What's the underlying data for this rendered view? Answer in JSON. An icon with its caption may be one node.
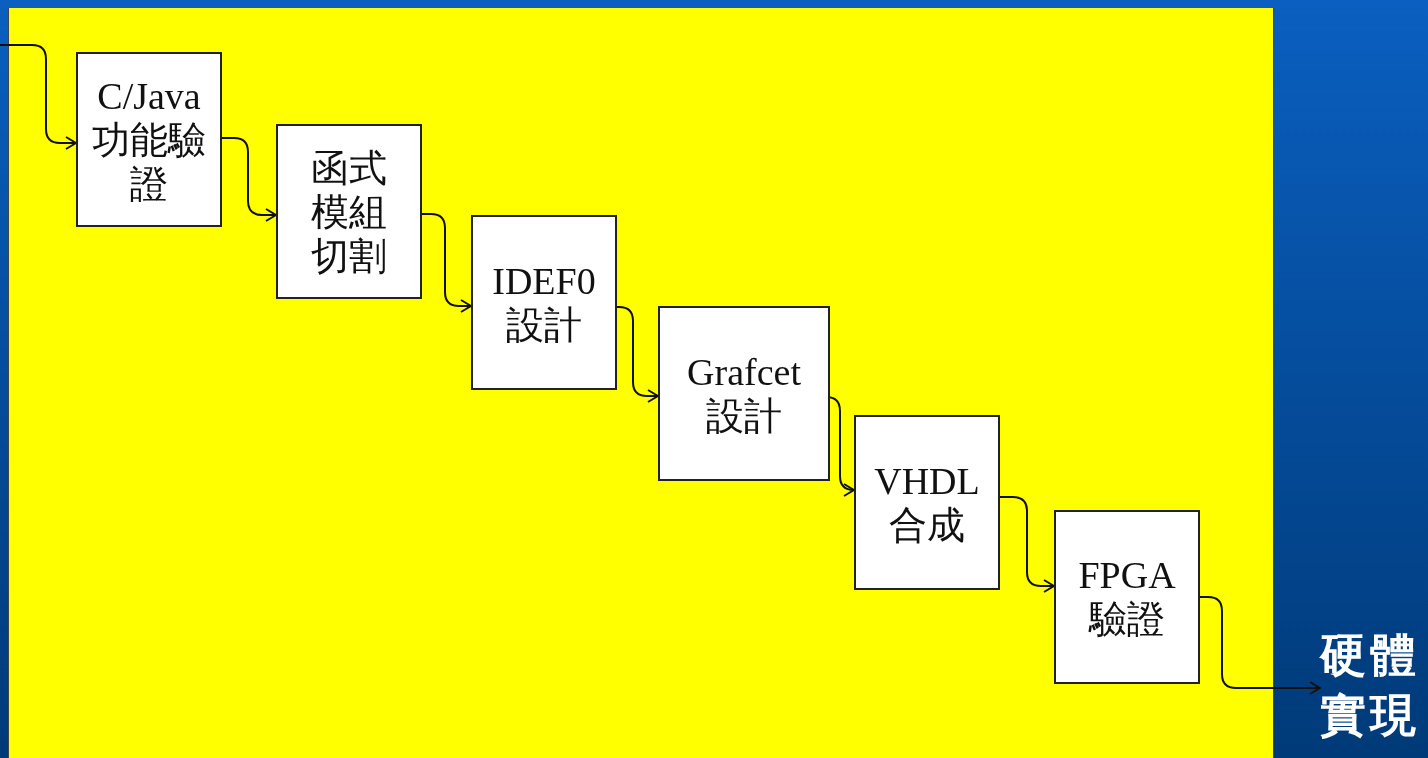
{
  "diagram": {
    "nodes": [
      {
        "text": [
          "C/Java功能驗證"
        ]
      },
      {
        "text": [
          "函式模組切割"
        ]
      },
      {
        "text": [
          "IDEF0設計"
        ]
      },
      {
        "text": [
          "Grafcet設計"
        ]
      },
      {
        "text": [
          "VHDL合成"
        ]
      },
      {
        "text": [
          "FPGA驗證"
        ]
      },
      {
        "text": [
          "硬體實現"
        ]
      }
    ],
    "edges": [
      {
        "from": null,
        "to": 0,
        "arrow": "to"
      },
      {
        "from": 0,
        "to": 1,
        "arrow": "to"
      },
      {
        "from": 1,
        "to": 2,
        "arrow": "to"
      },
      {
        "from": 2,
        "to": 3,
        "arrow": "to"
      },
      {
        "from": 3,
        "to": 4,
        "arrow": "to"
      },
      {
        "from": 4,
        "to": 5,
        "arrow": "to"
      },
      {
        "from": 5,
        "to": 6,
        "arrow": "to"
      }
    ]
  }
}
